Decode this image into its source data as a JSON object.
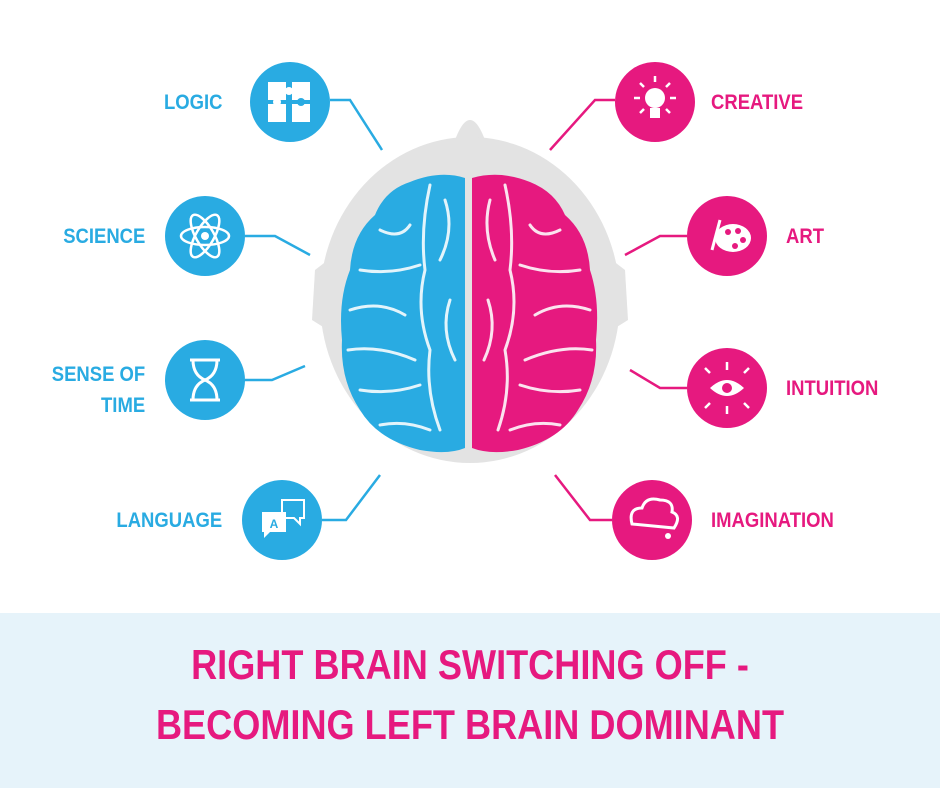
{
  "left_hemisphere": {
    "color": "#29abe2",
    "items": [
      {
        "label": "LOGIC",
        "icon": "puzzle-icon"
      },
      {
        "label": "SCIENCE",
        "icon": "atom-icon"
      },
      {
        "label_line1": "SENSE OF",
        "label_line2": "TIME",
        "icon": "hourglass-icon"
      },
      {
        "label": "LANGUAGE",
        "icon": "translate-icon"
      }
    ]
  },
  "right_hemisphere": {
    "color": "#e6197f",
    "items": [
      {
        "label": "CREATIVE",
        "icon": "lightbulb-icon"
      },
      {
        "label": "ART",
        "icon": "palette-icon"
      },
      {
        "label": "INTUITION",
        "icon": "eye-icon"
      },
      {
        "label": "IMAGINATION",
        "icon": "cloud-icon"
      }
    ]
  },
  "banner": {
    "line1": "RIGHT BRAIN SWITCHING OFF -",
    "line2": "BECOMING LEFT BRAIN DOMINANT"
  }
}
